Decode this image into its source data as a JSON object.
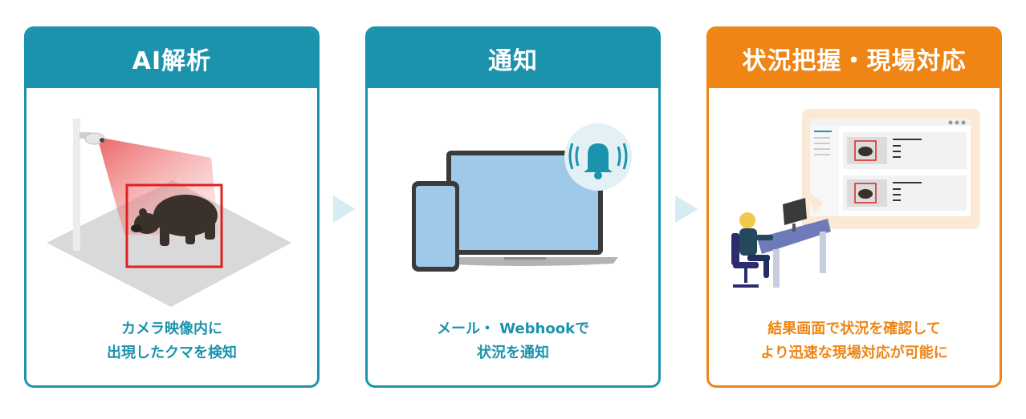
{
  "steps": [
    {
      "title": "AI解析",
      "lines": [
        "カメラ映像内に",
        "出現したクマを検知"
      ]
    },
    {
      "title": "通知",
      "lines": [
        "メール・ Webhookで",
        "状況を通知"
      ]
    },
    {
      "title": "状況把握・現場対応",
      "lines": [
        "結果画面で状況を確認して",
        "より迅速な現場対応が可能に"
      ]
    }
  ],
  "colors": {
    "teal": "#1b93ad",
    "orange": "#ee8514",
    "arrow": "#d6ecf2"
  },
  "icons": {
    "step1": "bear-detection-camera-illustration",
    "step2": "laptop-phone-bell-illustration",
    "step3": "operator-desk-dashboard-illustration"
  }
}
